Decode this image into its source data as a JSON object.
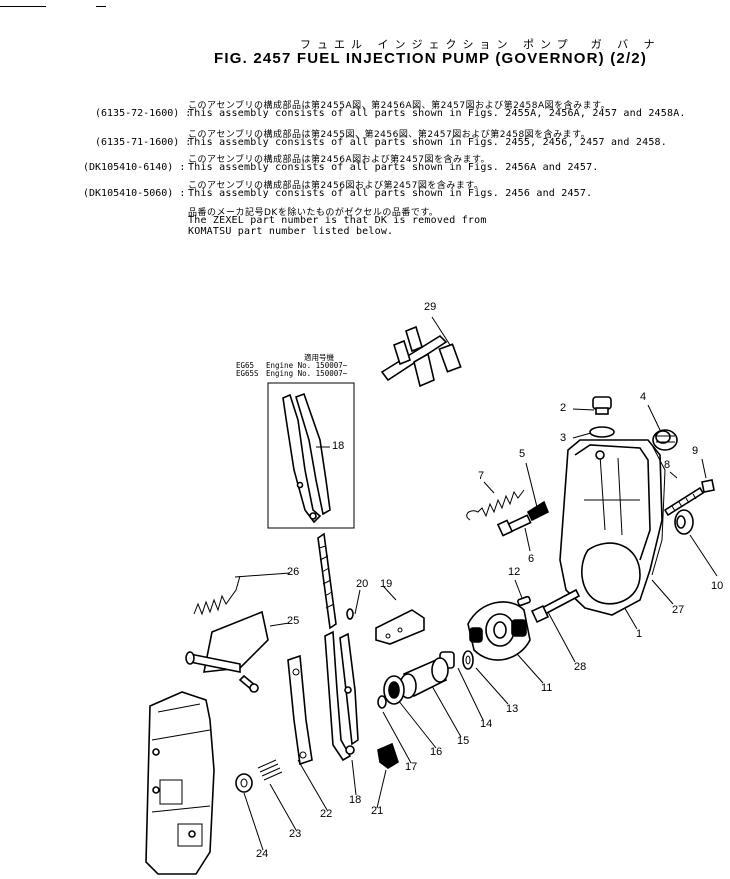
{
  "header": {
    "title_jp": "フュエル インジェクション ポンプ　ガ バ ナ",
    "title": "FIG. 2457   FUEL  INJECTION  PUMP  (GOVERNOR)  (2/2)"
  },
  "notes": [
    {
      "code": "(6135-72-1600) :",
      "jp": "このアセンブリの構成部品は第2455A図、第2456A図、第2457図および第2458A図を含みます。",
      "en": "This assembly consists of all parts shown in Figs. 2455A, 2456A, 2457 and 2458A."
    },
    {
      "code": "(6135-71-1600) :",
      "jp": "このアセンブリの構成部品は第2455図、第2456図、第2457図および第2458図を含みます。",
      "en": "This assembly consists of all parts shown in Figs. 2455, 2456, 2457 and 2458."
    },
    {
      "code": "(DK105410-6140) :",
      "jp": "このアセンブリの構成部品は第2456A図および第2457図を含みます。",
      "en": "This assembly consists of all parts shown in Figs. 2456A and 2457."
    },
    {
      "code": "(DK105410-5060) :",
      "jp": "このアセンブリの構成部品は第2456図および第2457図を含みます。",
      "en": "This assembly consists of all parts shown in Figs. 2456 and 2457."
    }
  ],
  "zexel_note": {
    "jp": "品番のメーカ記号DKを除いたものがゼクセルの品番です。",
    "line1": "The ZEXEL part number is that DK is removed from",
    "line2": "KOMATSU part number listed below."
  },
  "inset": {
    "header_jp": "適用号機",
    "row1_model": "EG65",
    "row1_text": "Engine  No. 150007~",
    "row2_model": "EG65S",
    "row2_text": "Enging  No. 150007~"
  },
  "callouts": [
    "29",
    "18",
    "2",
    "3",
    "4",
    "5",
    "7",
    "8",
    "9",
    "6",
    "10",
    "26",
    "20",
    "19",
    "12",
    "25",
    "27",
    "1",
    "28",
    "11",
    "13",
    "14",
    "15",
    "16",
    "17",
    "18",
    "21",
    "22",
    "23",
    "24"
  ]
}
